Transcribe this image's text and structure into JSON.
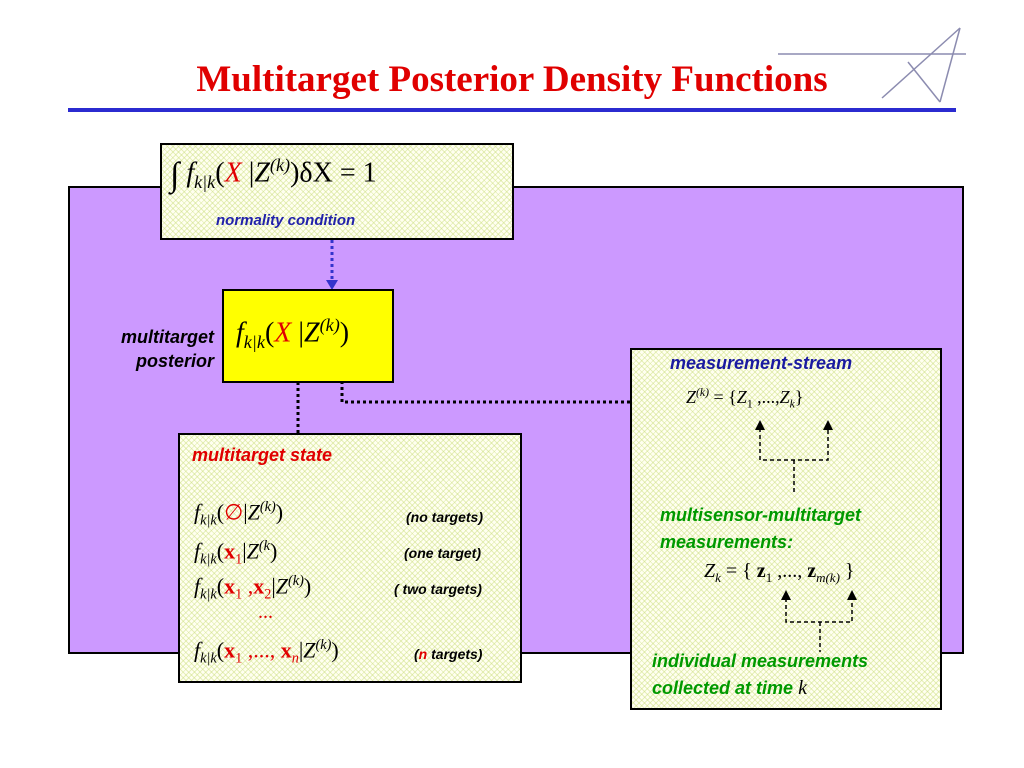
{
  "title": "Multitarget Posterior Density Functions",
  "normality": {
    "integral": "∫",
    "f": "f",
    "sub": "k|k",
    "open": "(",
    "X": "X",
    "bar": " |",
    "Z": "Z",
    "sup": "(k)",
    "close": ")",
    "delta_X": "δX = 1",
    "label": "normality condition"
  },
  "posterior": {
    "f": "f",
    "sub": "k|k",
    "open": "(",
    "X": "X",
    "bar": " |",
    "Z": "Z",
    "sup": "(k)",
    "close": ")",
    "side_label_1": "multitarget",
    "side_label_2": "posterior"
  },
  "state": {
    "heading": "multitarget state",
    "rows": [
      {
        "f": "f",
        "sub": "k|k",
        "open": "(",
        "arg": "∅",
        "bar": "|",
        "Z": "Z",
        "sup": "(k)",
        "close": ")",
        "note": "(no targets)"
      },
      {
        "f": "f",
        "sub": "k|k",
        "open": "(",
        "x": "x",
        "xsub": "1",
        "bar": "|",
        "Z": "Z",
        "sup": "(k",
        "close": ")",
        "note": "(one target)"
      },
      {
        "f": "f",
        "sub": "k|k",
        "open": "(",
        "x1": "x",
        "x1sub": "1",
        "comma": " ,",
        "x2": "x",
        "x2sub": "2",
        "bar": "|",
        "Z": "Z",
        "sup": "(k)",
        "close": ")",
        "note": "( two targets)"
      },
      {
        "ellipsis": "..."
      },
      {
        "f": "f",
        "sub": "k|k",
        "open": "(",
        "x1": "x",
        "x1sub": "1",
        "mid": " ,..., ",
        "xn": "x",
        "xnsub": "n",
        "bar": "|",
        "Z": "Z",
        "sup": "(k)",
        "close": ")",
        "note_open": "(",
        "note_n": "n",
        "note_rest": " targets)"
      }
    ]
  },
  "measurement": {
    "stream_heading": "measurement-stream",
    "stream_Z": "Z",
    "stream_sup": "(k)",
    "stream_rest_1": " = {",
    "stream_Z1": "Z",
    "stream_Z1sub": "1",
    "stream_mid": " ,...,",
    "stream_Zk": "Z",
    "stream_Zksub": "k",
    "stream_close": "}",
    "multi_heading_1": "multisensor-multitarget",
    "multi_heading_2": "measurements:",
    "Zk": "Z",
    "Zk_sub": "k",
    "eq": " = { ",
    "z1": "z",
    "z1sub": "1",
    "zmid": " ,..., ",
    "zm": "z",
    "zmsub": "m(k)",
    "zclose": " }",
    "individual_1": "individual measurements",
    "individual_2": "collected at time",
    "time_k": "k"
  },
  "colors": {
    "title": "#e00000",
    "rule": "#2b2bd0",
    "background_panel": "#cc99ff",
    "posterior_box": "#ffff00",
    "green_text": "#009900",
    "blue_text": "#1a1aa0",
    "red_text": "#e00000"
  },
  "icons": [
    "logo-arrow-icon"
  ]
}
